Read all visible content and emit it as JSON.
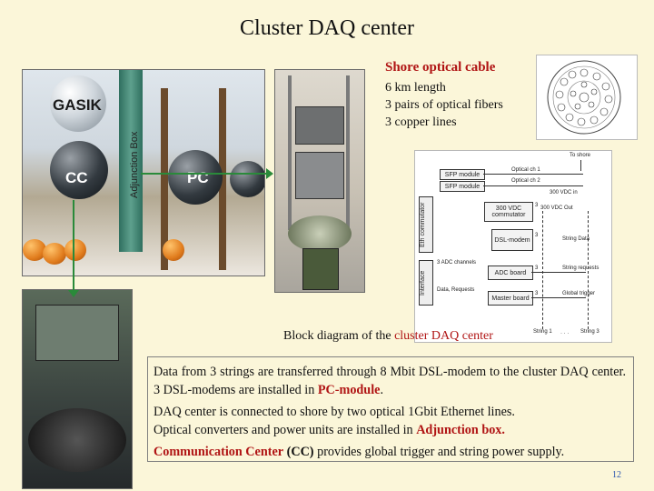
{
  "title": "Cluster DAQ center",
  "photo_labels": {
    "gasik": "GASIK",
    "cc": "CC",
    "pc": "PC",
    "adjunction": "Adjunction Box"
  },
  "shore": {
    "title": "Shore optical cable",
    "line1": "6 km  length",
    "line2": "3 pairs of optical fibers",
    "line3": "3 copper  lines"
  },
  "diagram": {
    "to_shore": "To shore",
    "sfp1": "SFP module",
    "sfp2": "SFP module",
    "optical1": "Optical ch 1",
    "optical2": "Optical ch 2",
    "vdc_in": "300 VDC in",
    "vdc_comm": "300 VDC commutator",
    "vdc_out": "300 VDC Out",
    "eth_comm": "Eth commutator",
    "dsl": "DSL-modem",
    "string_data": "String Data",
    "adc_channels": "3 ADC channels",
    "adc_board": "ADC board",
    "string_requests": "String requests",
    "interface": "Interface",
    "data_requests": "Data, Requests",
    "master_board": "Master board",
    "global_trigger": "Global trigger",
    "string1": "String 1",
    "dots": "· · ·",
    "string3": "String 3",
    "num3": "3"
  },
  "caption": {
    "prefix": "Block diagram of the ",
    "highlight": "cluster DAQ center"
  },
  "info": {
    "p1": "Data from 3 strings are transferred through 8 Mbit DSL-modem to the cluster DAQ center.  3 DSL-modems are installed in ",
    "p1_red": "PC-module",
    "p1_end": ".",
    "p2": "DAQ center is connected to shore by two optical 1Gbit Ethernet lines.",
    "p3": "Optical converters and power units are installed in ",
    "p3_red": "Adjunction box.",
    "p4_red": "Communication Center",
    "p4_bold": "(CC)",
    "p4": " provides global trigger and string power supply."
  },
  "page_number": "12",
  "colors": {
    "background": "#fbf6d9",
    "highlight_red": "#b01414",
    "arrow_green": "#2a8a3a"
  }
}
